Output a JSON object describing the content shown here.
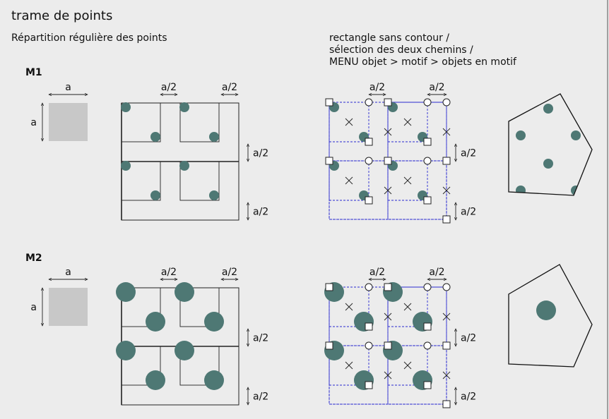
{
  "page": {
    "title": "trame de points",
    "subtitle_left": "Répartition régulière des points",
    "subtitle_right_1": "rectangle sans contour /",
    "subtitle_right_2": "sélection des deux chemins /",
    "subtitle_right_3": "MENU objet > motif > objets en motif"
  },
  "labels": {
    "m1": "M1",
    "m2": "M2",
    "a": "a",
    "a_half": "a/2"
  },
  "colors": {
    "background": "#ececec",
    "dot": "#4e7874",
    "tile": "#c8c8c8",
    "stroke": "#222222",
    "guide": "#2a2ad0"
  }
}
